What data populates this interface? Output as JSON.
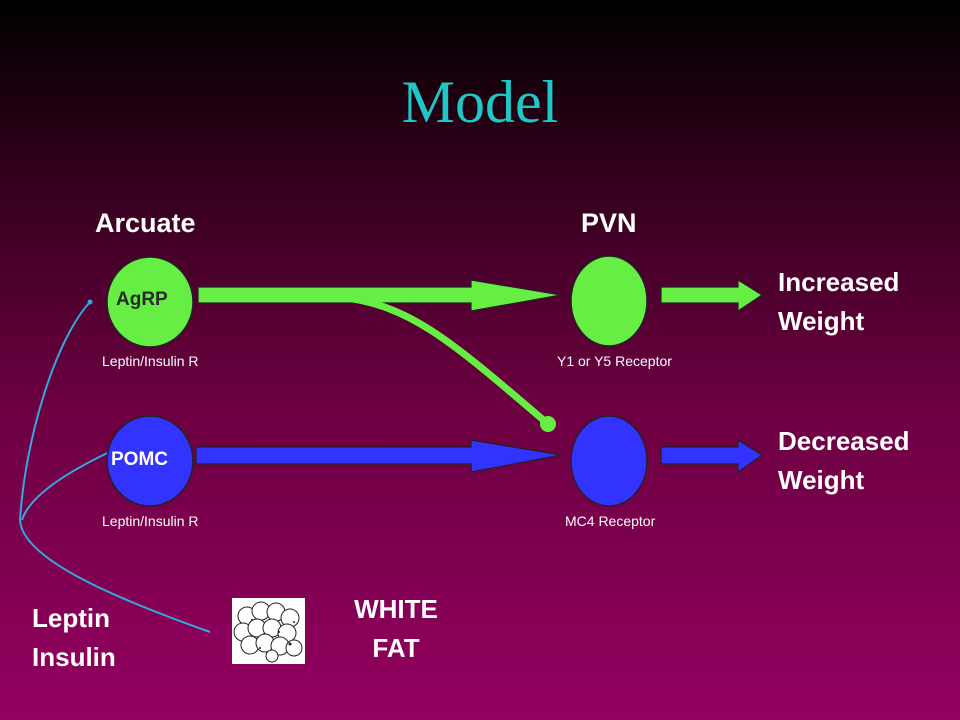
{
  "title": "Model",
  "columns": {
    "left": "Arcuate",
    "right": "PVN"
  },
  "neurons": {
    "agrp": {
      "label": "AgRP",
      "receptor": "Leptin/Insulin R",
      "color": "#66ee44"
    },
    "pomc": {
      "label": "POMC",
      "receptor": "Leptin/Insulin R",
      "color": "#3333ff"
    }
  },
  "targets": {
    "pvn_top": {
      "receptor": "Y1 or Y5 Receptor"
    },
    "pvn_bottom": {
      "receptor": "MC4 Receptor"
    }
  },
  "outcomes": {
    "increased": {
      "line1": "Increased",
      "line2": "Weight"
    },
    "decreased": {
      "line1": "Decreased",
      "line2": "Weight"
    }
  },
  "signals": {
    "line1": "Leptin",
    "line2": "Insulin"
  },
  "fat": {
    "line1": "WHITE",
    "line2": "FAT"
  },
  "colors": {
    "title": "#1fc7c7",
    "green": "#66ee44",
    "blue": "#3333ff",
    "signal_line": "#33aadd"
  }
}
